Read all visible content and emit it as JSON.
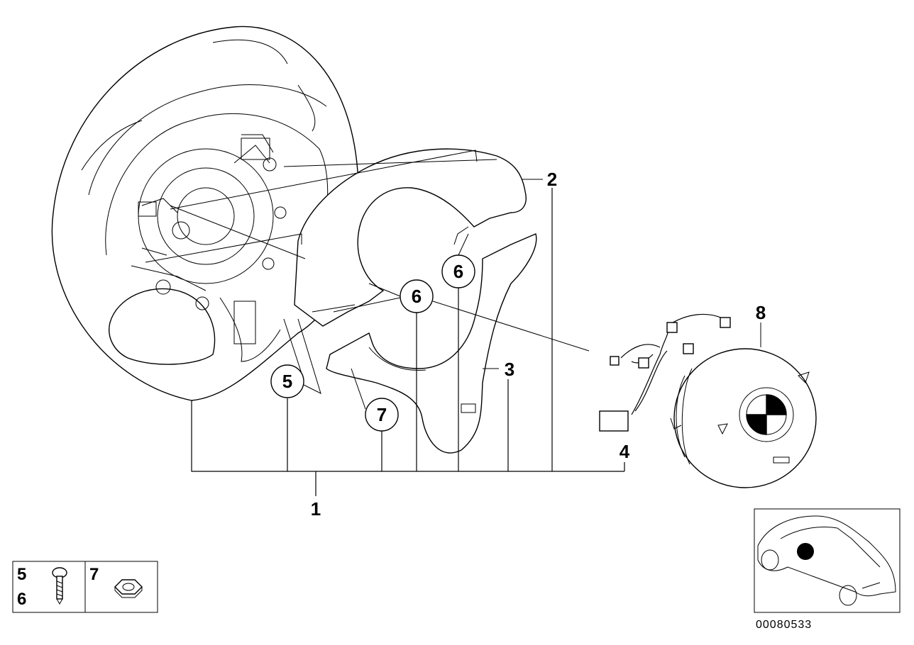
{
  "callouts": {
    "c1": "1",
    "c2": "2",
    "c3": "3",
    "c4": "4",
    "c5": "5",
    "c6a": "6",
    "c6b": "6",
    "c7": "7",
    "c8": "8"
  },
  "legend": {
    "left_top": "5",
    "left_bottom": "6",
    "right": "7"
  },
  "reference_number": "00080533",
  "icons": {
    "screw": "screw-icon",
    "nut": "hex-nut-icon",
    "car": "car-locator-icon"
  }
}
